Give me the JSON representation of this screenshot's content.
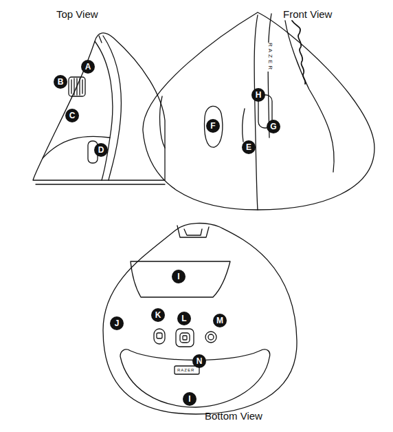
{
  "diagram": {
    "labels": [
      "Top View",
      "A",
      "B",
      "C",
      "D",
      "Front View",
      "RAZER",
      "H",
      "F",
      "E",
      "G",
      "I",
      "J",
      "K",
      "L",
      "M",
      "N",
      "RAZER",
      "I",
      "Bottom View"
    ]
  }
}
